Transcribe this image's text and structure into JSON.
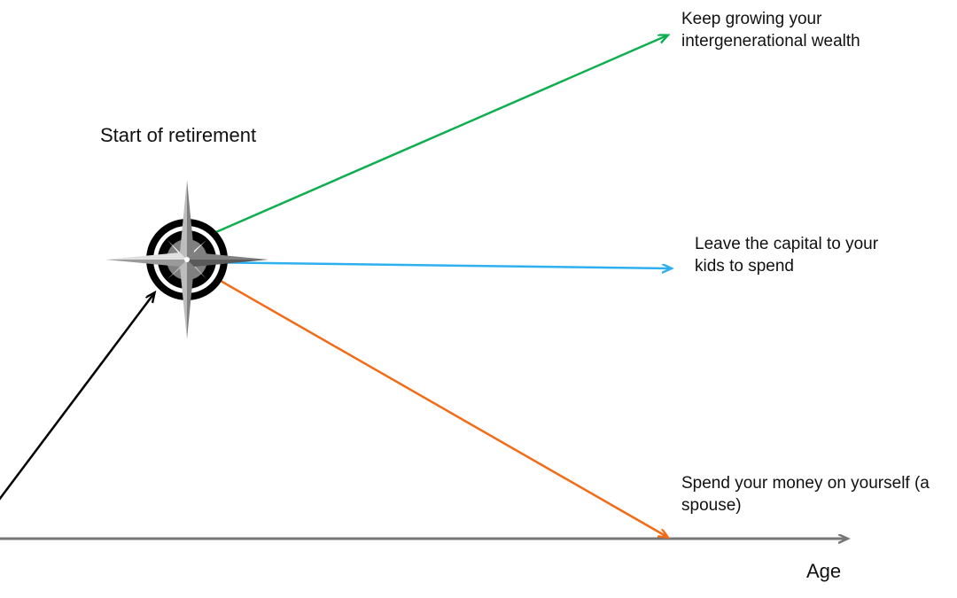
{
  "start_label": "Start of retirement",
  "axis_label": "Age",
  "outcomes": [
    {
      "line1": "Keep growing your",
      "line2": "intergenerational wealth",
      "color": "#0fae4f"
    },
    {
      "line1": "Leave the capital to your",
      "line2": "kids to spend",
      "color": "#2fb0ee"
    },
    {
      "line1": "Spend your money on yourself (a",
      "line2": "spouse)",
      "color": "#f26b16"
    }
  ],
  "colors": {
    "axis": "#777777",
    "accumulation_arrow": "#000000",
    "compass_dark": "#000000",
    "compass_mid": "#808080",
    "compass_light": "#bdbdbd"
  },
  "icons": {
    "start_marker": "compass-rose-icon"
  }
}
